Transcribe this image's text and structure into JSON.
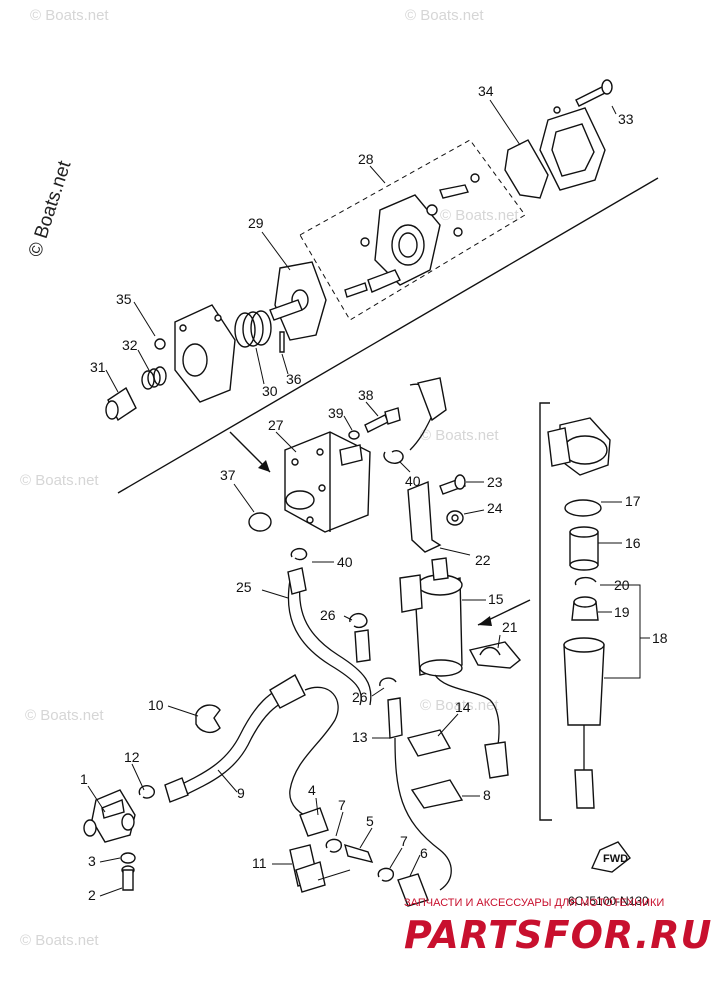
{
  "watermark": "© Boats.net",
  "logo_text": "© Boats.net",
  "diagram_code": "6CJ5100-N130",
  "fwd_label": "FWD",
  "footer_tagline": "ЗАПЧАСТИ И АКСЕССУАРЫ ДЛЯ МОТОТЕХНИКИ",
  "footer_brand": "PARTSFOR.RU",
  "callouts": [
    "1",
    "2",
    "3",
    "4",
    "5",
    "6",
    "7",
    "7",
    "8",
    "9",
    "10",
    "11",
    "12",
    "13",
    "14",
    "15",
    "16",
    "17",
    "18",
    "19",
    "20",
    "21",
    "22",
    "23",
    "24",
    "25",
    "26",
    "26",
    "27",
    "28",
    "29",
    "30",
    "31",
    "32",
    "33",
    "34",
    "35",
    "36",
    "37",
    "38",
    "39",
    "40",
    "40"
  ]
}
